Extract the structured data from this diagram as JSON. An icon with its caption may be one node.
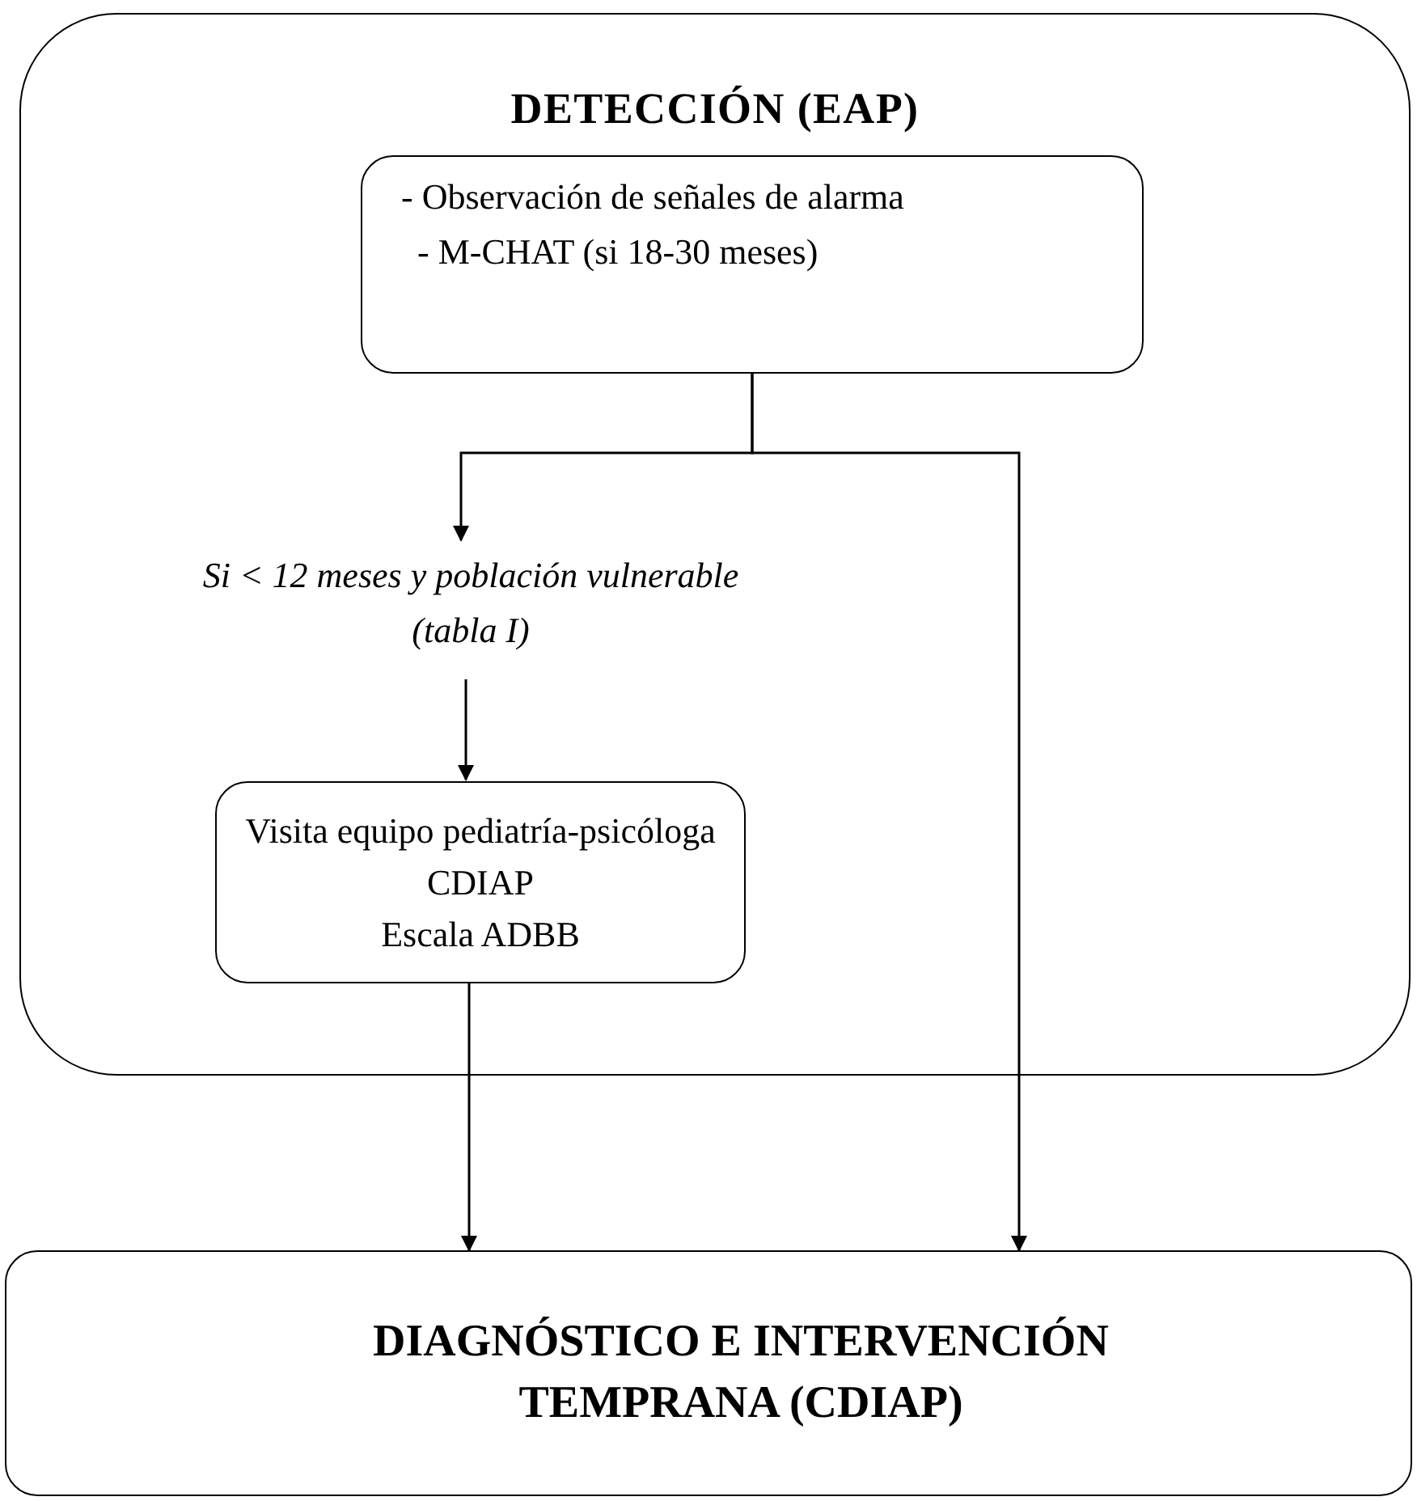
{
  "diagram": {
    "nodes": [
      {
        "text": [
          "DETECCIÓN (EAP)"
        ]
      },
      {
        "text": [
          "- Observación de señales de alarma",
          "- M-CHAT (si 18-30 meses)"
        ],
        "in": 0
      },
      {
        "text": [
          "Si < 12 meses y población vulnerable (tabla I)"
        ],
        "in": 0
      },
      {
        "text": [
          "Visita equipo pediatría-psicóloga CDIAP",
          "Escala ADBB"
        ],
        "in": 0
      },
      {
        "text": [
          "DIAGNÓSTICO E INTERVENCIÓN TEMPRANA (CDIAP)"
        ]
      }
    ],
    "edges": [
      {
        "from": 1,
        "to": 2,
        "arrow": "to"
      },
      {
        "from": 1,
        "to": 4,
        "arrow": "to"
      },
      {
        "from": 2,
        "to": 3,
        "arrow": "to"
      },
      {
        "from": 3,
        "to": 4,
        "arrow": "to"
      }
    ]
  }
}
